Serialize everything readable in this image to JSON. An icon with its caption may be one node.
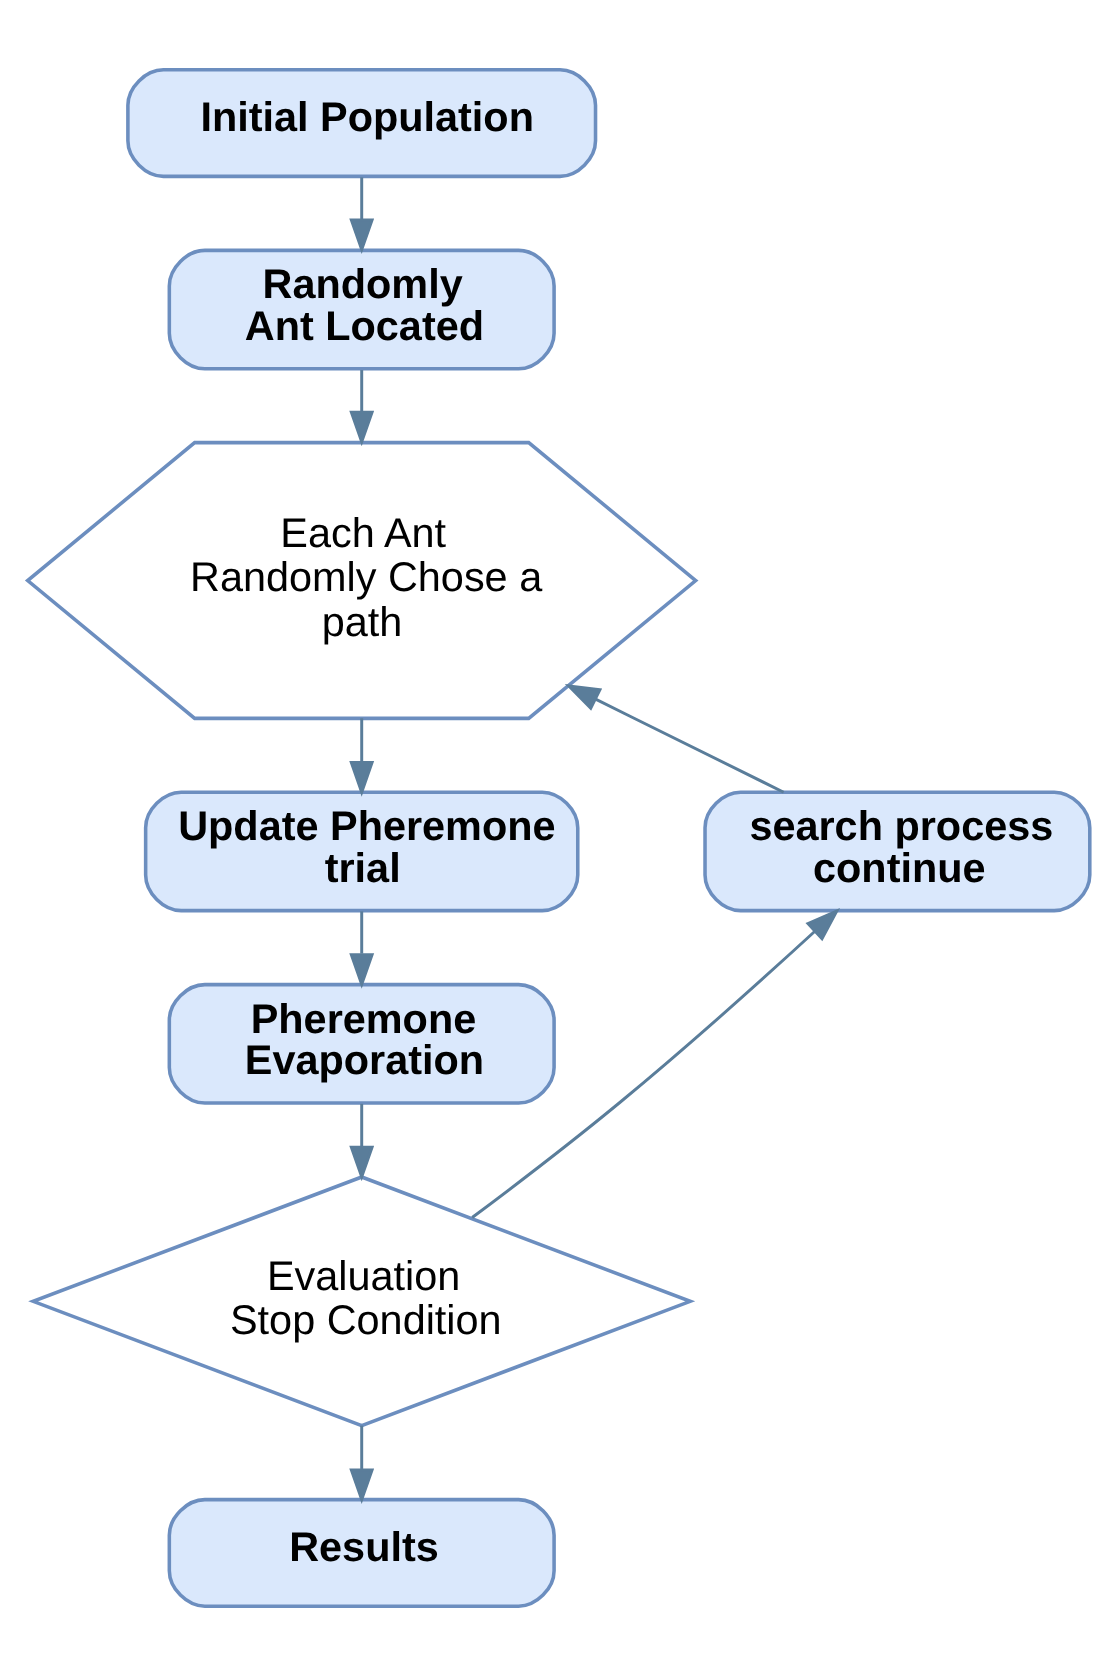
{
  "diagram": {
    "nodes": [
      {
        "text": [
          "Initial Population"
        ]
      },
      {
        "text": [
          "Randomly Ant Located"
        ]
      },
      {
        "text": [
          "Each Ant Randomly Chose a path"
        ]
      },
      {
        "text": [
          "Update Pheremone trial"
        ]
      },
      {
        "text": [
          "Pheremone Evaporation"
        ]
      },
      {
        "text": [
          "Evaluation Stop Condition"
        ]
      },
      {
        "text": [
          "Results"
        ]
      },
      {
        "text": [
          "search process continue"
        ]
      }
    ],
    "edges": [
      {
        "from": 0,
        "to": 1,
        "arrow": "to"
      },
      {
        "from": 1,
        "to": 2,
        "arrow": "to"
      },
      {
        "from": 2,
        "to": 3,
        "arrow": "to"
      },
      {
        "from": 3,
        "to": 4,
        "arrow": "to"
      },
      {
        "from": 4,
        "to": 5,
        "arrow": "to"
      },
      {
        "from": 5,
        "to": 6,
        "arrow": "to"
      },
      {
        "from": 5,
        "to": 7,
        "arrow": "to"
      },
      {
        "from": 7,
        "to": 2,
        "arrow": "to"
      }
    ]
  }
}
